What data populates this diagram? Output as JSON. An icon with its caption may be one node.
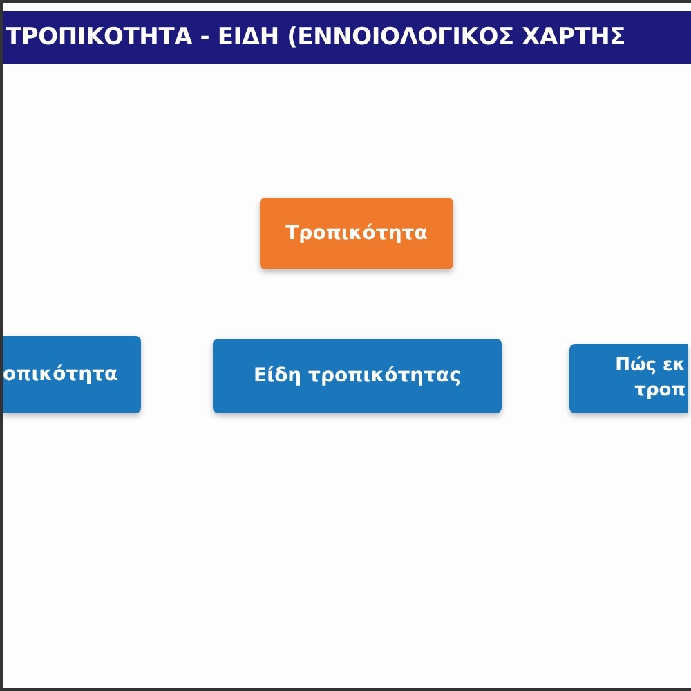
{
  "diagram": {
    "title": "ΤΡΟΠΙΚΟΤΗΤΑ - ΕΙΔΗ (ΕΝΝΟΙΟΛΟΓΙΚΟΣ ΧΑΡΤΗΣ",
    "nodes": [
      {
        "text": [
          "Τροπικότητα"
        ]
      },
      {
        "text": [
          "οπικότητα"
        ]
      },
      {
        "text": [
          "Είδη τροπικότητας"
        ]
      },
      {
        "text": [
          "Πώς εκ τροπ"
        ]
      }
    ]
  }
}
